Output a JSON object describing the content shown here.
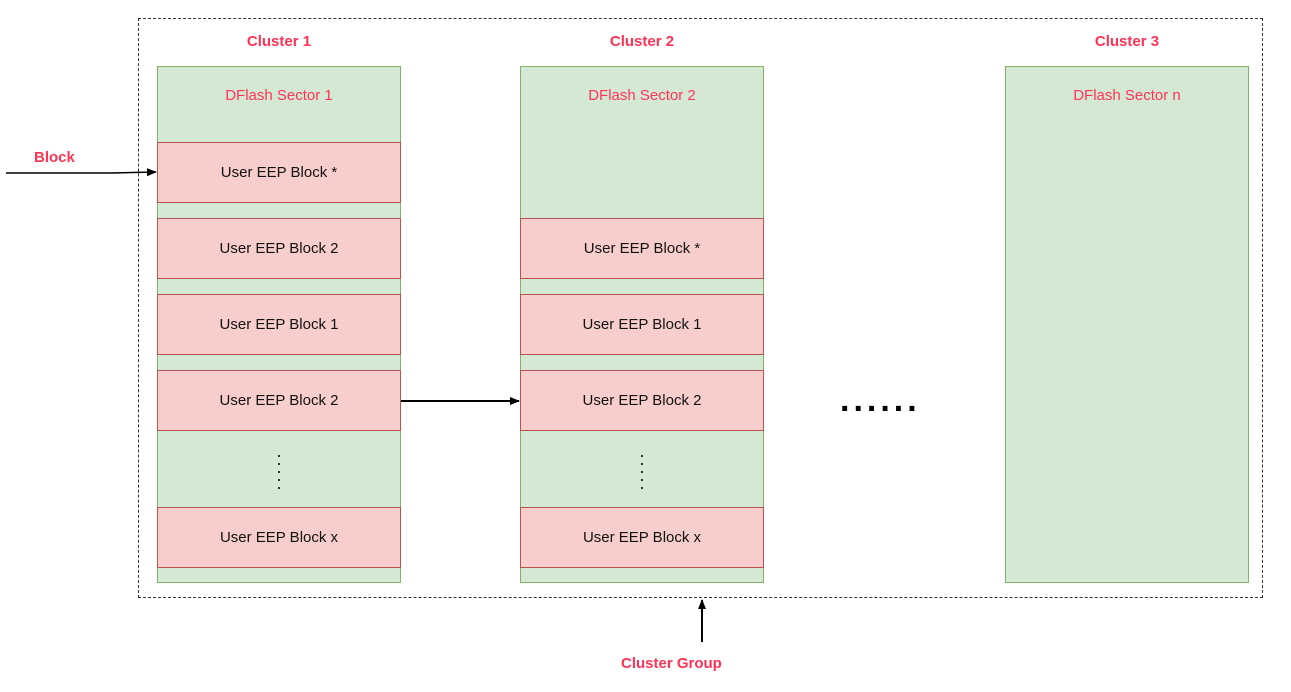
{
  "labels": {
    "block": "Block",
    "cluster_group": "Cluster Group",
    "ellipsis": "......",
    "vertical_dots": "·\n·\n·\n·\n·"
  },
  "clusters": [
    {
      "title": "Cluster 1",
      "sector": "DFlash Sector 1",
      "blocks": [
        "User EEP Block *",
        "User EEP Block 2",
        "User EEP Block 1",
        "User EEP Block 2",
        "User EEP Block x"
      ]
    },
    {
      "title": "Cluster 2",
      "sector": "DFlash Sector 2",
      "blocks": [
        "User EEP Block *",
        "User EEP Block 1",
        "User EEP Block 2",
        "User EEP Block x"
      ]
    },
    {
      "title": "Cluster 3",
      "sector": "DFlash Sector n",
      "blocks": []
    }
  ],
  "colors": {
    "accent_text": "#ff3355",
    "sector_fill": "#d5e8d4",
    "sector_border": "#82b366",
    "block_fill": "#f8cecc",
    "block_border": "#b85450"
  }
}
